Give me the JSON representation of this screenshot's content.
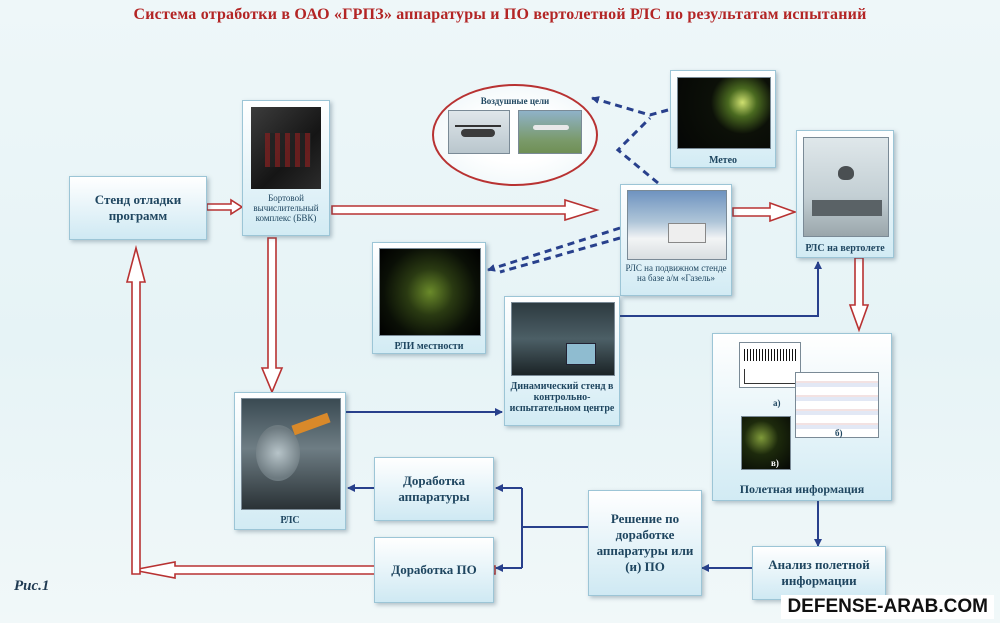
{
  "title": "Система отработки в ОАО «ГРПЗ» аппаратуры и ПО вертолетной РЛС по результатам испытаний",
  "nodes": {
    "stend_otladki": "Стенд отладки программ",
    "bvk": "Бортовой вычислительный комплекс (БВК)",
    "air_targets": "Воздушные цели",
    "meteo": "Метео",
    "rls_heli": "РЛС на вертолете",
    "rls_gazel": "РЛС на подвижном стенде на базе а/м «Газель»",
    "rli": "РЛИ местности",
    "dyn_stend": "Динамический стенд в контрольно-испытательном центре",
    "rls": "РЛС",
    "flight_info": "Полетная информация",
    "analysis": "Анализ полетной информации",
    "decision": "Решение по доработке аппаратуры или (и) ПО",
    "dorabotka_hw": "Доработка аппаратуры",
    "dorabotka_sw": "Доработка ПО"
  },
  "flight_info_labels": {
    "a": "а)",
    "b": "б)",
    "c": "в)"
  },
  "figure_label": "Рис.1",
  "watermark": "DEFENSE-ARAB.COM",
  "colors": {
    "title": "#b32525",
    "arrow_red": "#b83232",
    "arrow_blue": "#28408c",
    "text": "#1f4660"
  }
}
